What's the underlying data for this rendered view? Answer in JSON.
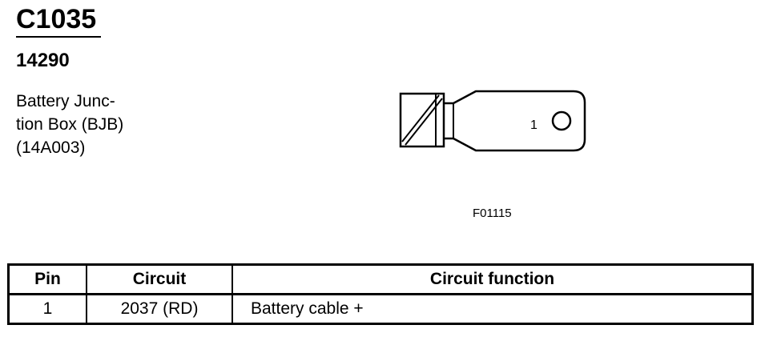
{
  "connector": {
    "id": "C1035",
    "part_number": "14290",
    "description_lines": [
      "Battery Junc-",
      "tion Box (BJB)",
      "(14A003)"
    ]
  },
  "drawing": {
    "pin_label": "1",
    "figure_id": "F01115"
  },
  "table": {
    "headers": {
      "pin": "Pin",
      "circuit": "Circuit",
      "function": "Circuit function"
    },
    "rows": [
      {
        "pin": "1",
        "circuit": "2037 (RD)",
        "function": "Battery cable +"
      }
    ]
  }
}
